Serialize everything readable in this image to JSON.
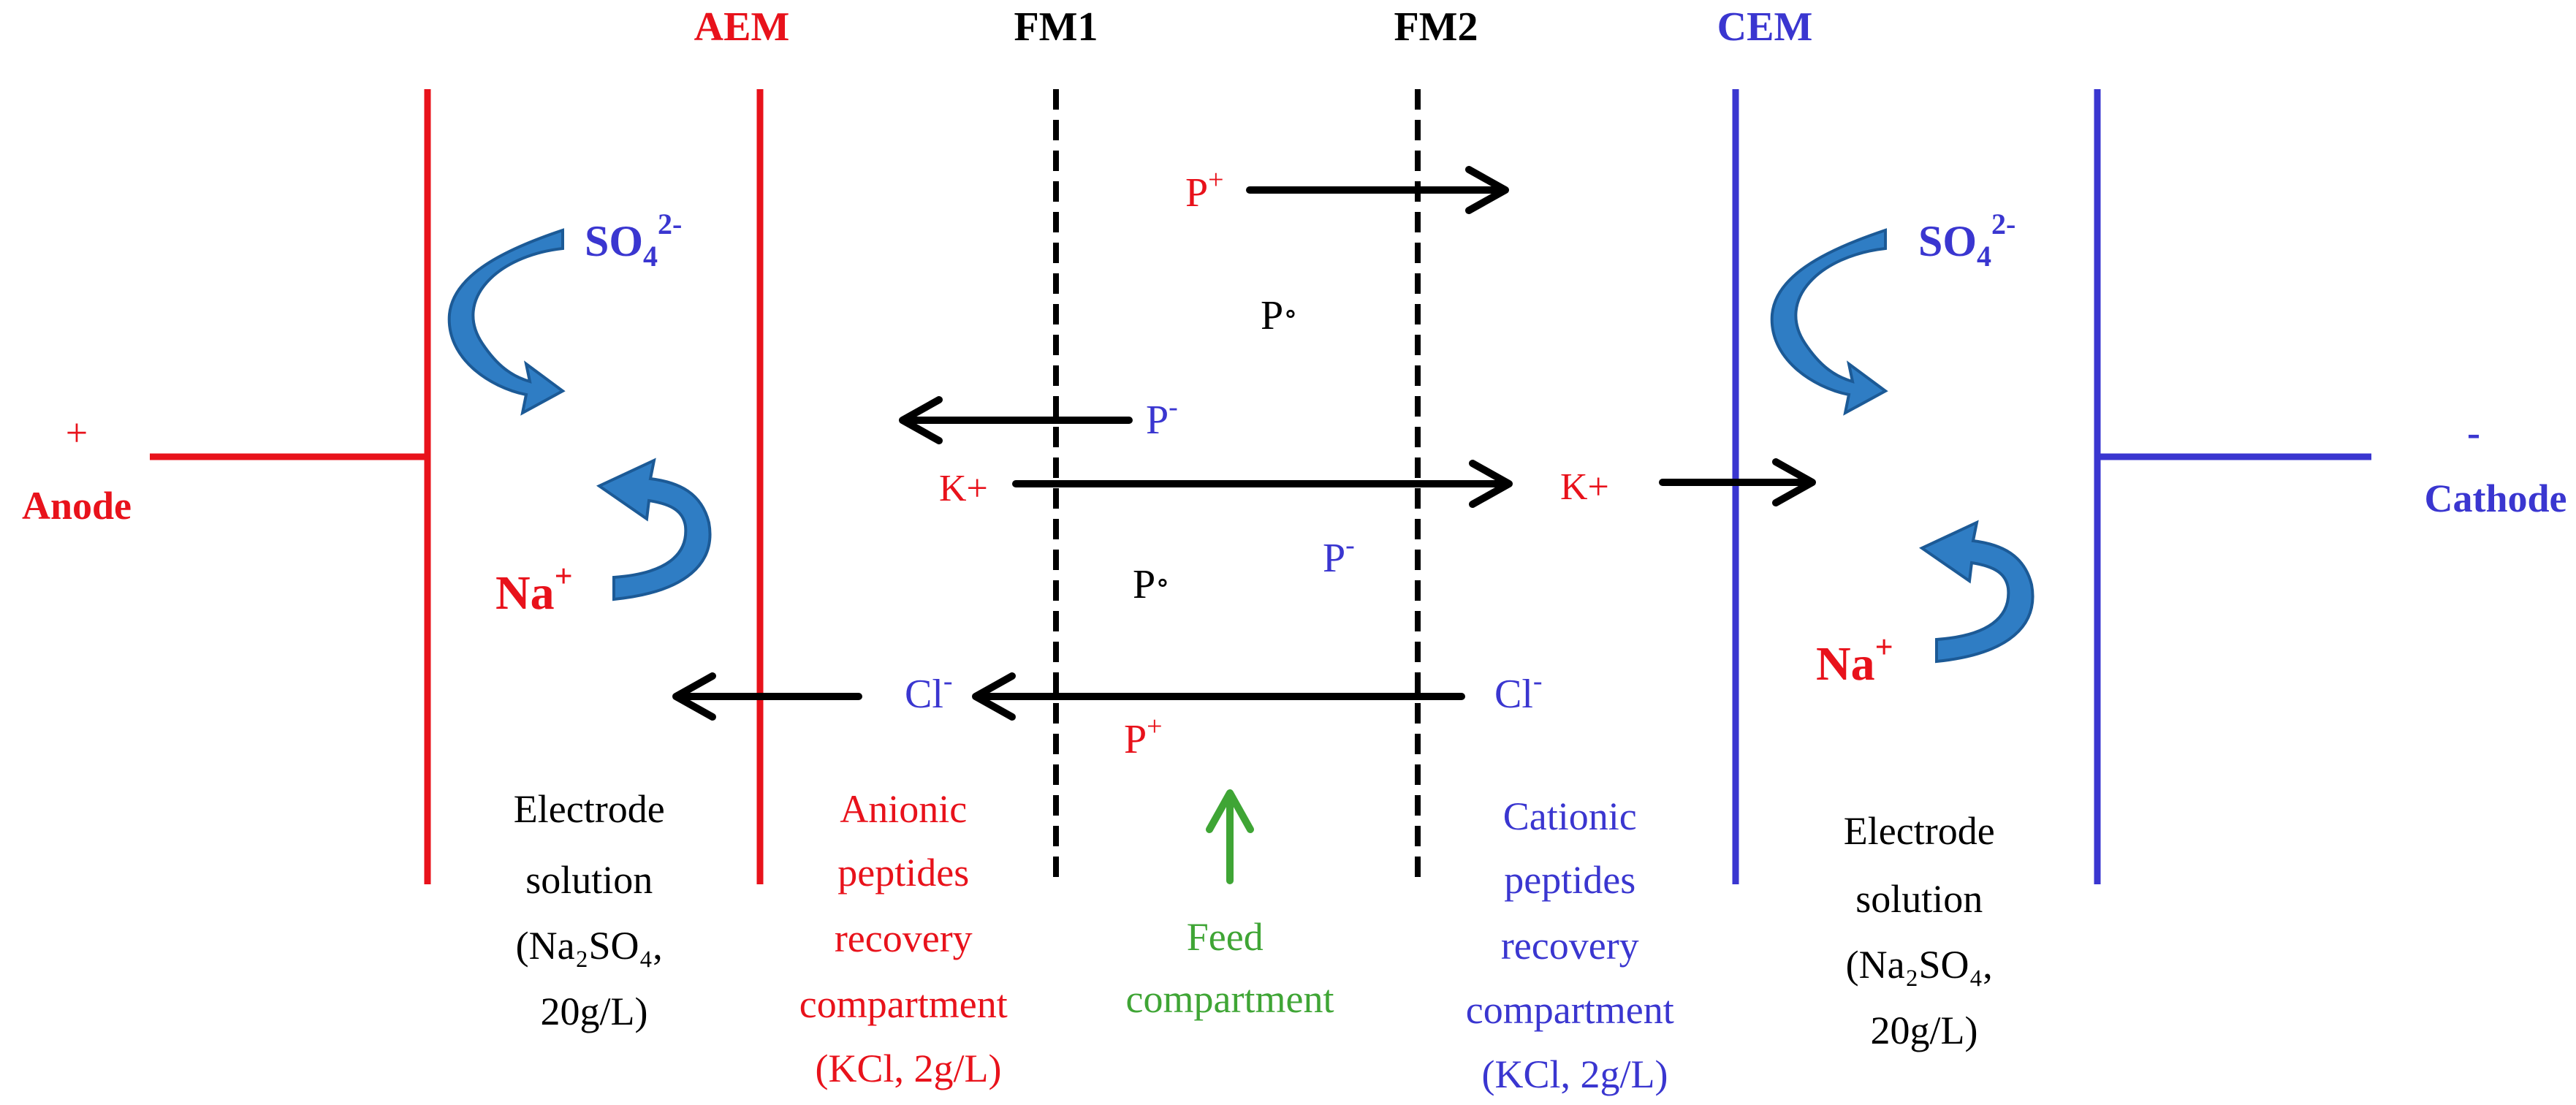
{
  "colors": {
    "red": "#e8121b",
    "blue": "#3a36d0",
    "black": "#000000",
    "green": "#3fa535",
    "arrow_blue_fill": "#2f7dc4",
    "arrow_blue_stroke": "#1c5a96"
  },
  "membranes": {
    "aem": "AEM",
    "fm1": "FM1",
    "fm2": "FM2",
    "cem": "CEM"
  },
  "electrodes": {
    "anode_sign": "+",
    "anode_label": "Anode",
    "cathode_sign": "-",
    "cathode_label": "Cathode"
  },
  "ions": {
    "so4": "SO",
    "so4_sub": "4",
    "so4_sup": "2-",
    "na": "Na",
    "na_sup": "+",
    "p_plus": "P",
    "plus": "+",
    "p_minus": "P",
    "minus": "-",
    "p_neutral": "P",
    "neutral_mark": "∘",
    "k_plus": "K+",
    "cl": "Cl",
    "cl_sup": "-"
  },
  "compartments": {
    "electrode_left": [
      "Electrode",
      "solution",
      "(Na₂SO₄,",
      "20g/L)"
    ],
    "anionic": [
      "Anionic",
      "peptides",
      "recovery",
      "compartment",
      "(KCl, 2g/L)"
    ],
    "feed": [
      "Feed",
      "compartment"
    ],
    "cationic": [
      "Cationic",
      "peptides",
      "recovery",
      "compartment",
      "(KCl, 2g/L)"
    ],
    "electrode_right": [
      "Electrode",
      "solution",
      "(Na₂SO₄,",
      "20g/L)"
    ]
  }
}
